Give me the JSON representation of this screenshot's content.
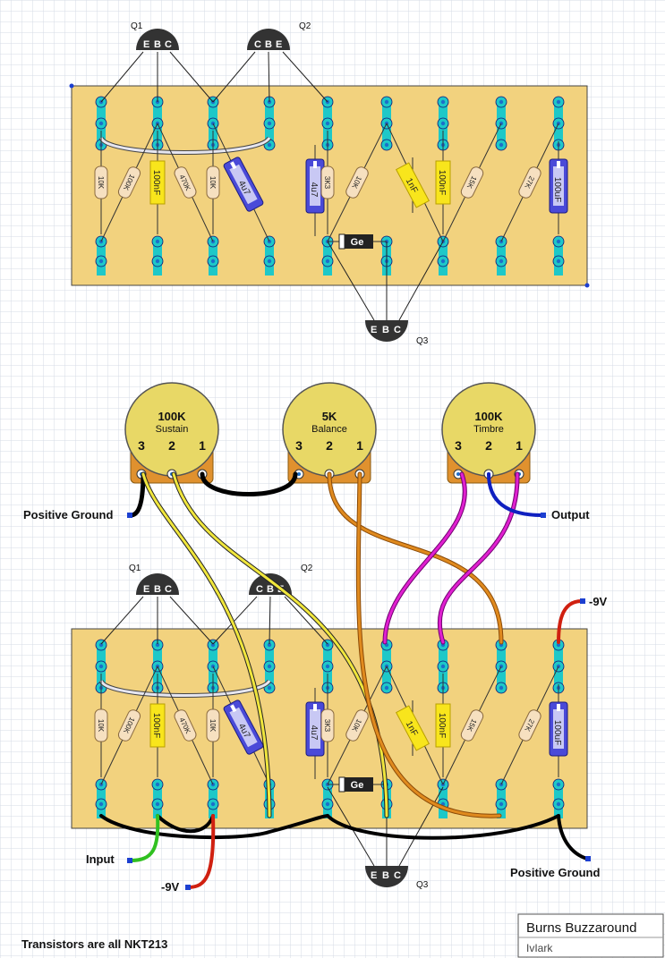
{
  "transistors": {
    "top": [
      {
        "label": "Q1",
        "pins": [
          "E",
          "B",
          "C"
        ]
      },
      {
        "label": "Q2",
        "pins": [
          "C",
          "B",
          "E"
        ]
      },
      {
        "label": "Q3",
        "pins": [
          "E",
          "B",
          "C"
        ]
      }
    ]
  },
  "components": {
    "resistors": [
      "10K",
      "100K",
      "470K",
      "10K",
      "3K3",
      "10K",
      "15K",
      "27K"
    ],
    "film_caps": [
      "100nF",
      "1nF",
      "100nF"
    ],
    "electrolytics": [
      "4u7",
      "4u7",
      "100uF"
    ],
    "diode": "Ge"
  },
  "pots": [
    {
      "value": "100K",
      "name": "Sustain",
      "pins": [
        "3",
        "2",
        "1"
      ]
    },
    {
      "value": "5K",
      "name": "Balance",
      "pins": [
        "3",
        "2",
        "1"
      ]
    },
    {
      "value": "100K",
      "name": "Timbre",
      "pins": [
        "3",
        "2",
        "1"
      ]
    }
  ],
  "wiring_labels": {
    "positive_ground_left": "Positive Ground",
    "output": "Output",
    "neg9v_right": "-9V",
    "input": "Input",
    "neg9v_bottom": "-9V",
    "positive_ground_right": "Positive Ground"
  },
  "footer": {
    "note": "Transistors are all NKT213",
    "title": "Burns Buzzaround",
    "author": "IvIark"
  },
  "colors": {
    "board": "#f2d27e",
    "strip": "#1ec8c8",
    "pad": "#1c6fc9",
    "pot_body": "#e8d866",
    "pot_base": "#e0912e",
    "wire_yellow": "#f0e63c",
    "wire_orange": "#e08a1e",
    "wire_magenta": "#e020d0",
    "wire_blue": "#1020c0",
    "wire_green": "#30c020",
    "wire_red": "#d02010",
    "wire_black": "#000000"
  }
}
